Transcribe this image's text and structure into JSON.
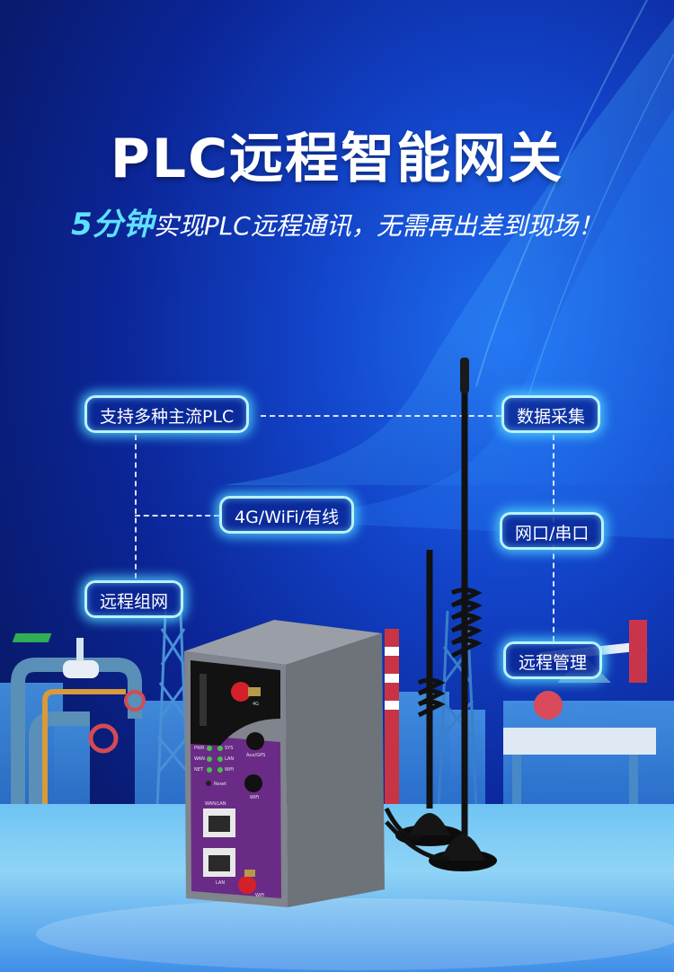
{
  "page": {
    "title": "PLC远程智能网关",
    "subtitle_highlight": "5分钟",
    "subtitle_rest": "实现PLC远程通讯，无需再出差到现场！"
  },
  "features": {
    "plc_support": "支持多种主流PLC",
    "data_collection": "数据采集",
    "connectivity": "4G/WiFi/有线",
    "ports": "网口/串口",
    "networking": "远程组网",
    "management": "远程管理"
  },
  "device": {
    "labels": {
      "antenna_4g": "4G",
      "led_pwr": "PWR",
      "led_sys": "SYS",
      "led_wan": "WAN",
      "led_lan": "LAN",
      "led_net": "NET",
      "led_wifi": "WiFi",
      "btn_aux": "Aux/GPS",
      "btn_reset": "Reset",
      "btn_wifi": "WiFi",
      "port_wan": "WAN/LAN",
      "port_lan": "LAN",
      "antenna_wifi": "WiFi"
    }
  },
  "colors": {
    "accent_cyan": "#5fe0ff",
    "device_purple": "#6a2b86",
    "device_gray": "#7c7f86"
  }
}
